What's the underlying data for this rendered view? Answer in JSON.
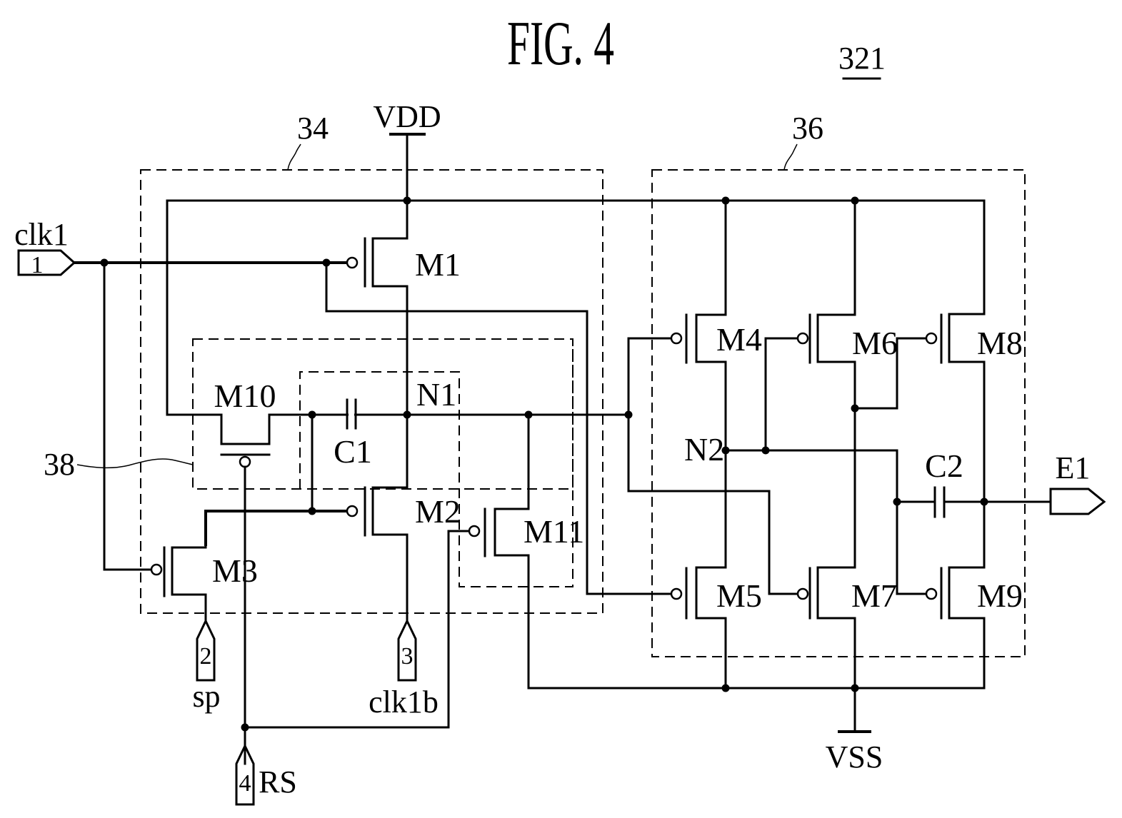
{
  "figure": {
    "title": "FIG. 4",
    "reference": "321"
  },
  "blocks": {
    "block_34": "34",
    "block_36": "36",
    "block_38": "38"
  },
  "supplies": {
    "vdd": "VDD",
    "vss": "VSS"
  },
  "nodes": {
    "n1": "N1",
    "n2": "N2"
  },
  "transistors": {
    "m1": "M1",
    "m2": "M2",
    "m3": "M3",
    "m4": "M4",
    "m5": "M5",
    "m6": "M6",
    "m7": "M7",
    "m8": "M8",
    "m9": "M9",
    "m10": "M10",
    "m11": "M11"
  },
  "capacitors": {
    "c1": "C1",
    "c2": "C2"
  },
  "ports": {
    "clk1": {
      "number": "1",
      "name": "clk1"
    },
    "sp": {
      "number": "2",
      "name": "sp"
    },
    "clk1b": {
      "number": "3",
      "name": "clk1b"
    },
    "rs": {
      "number": "4",
      "name": "RS"
    },
    "e1": {
      "name": "E1"
    }
  }
}
